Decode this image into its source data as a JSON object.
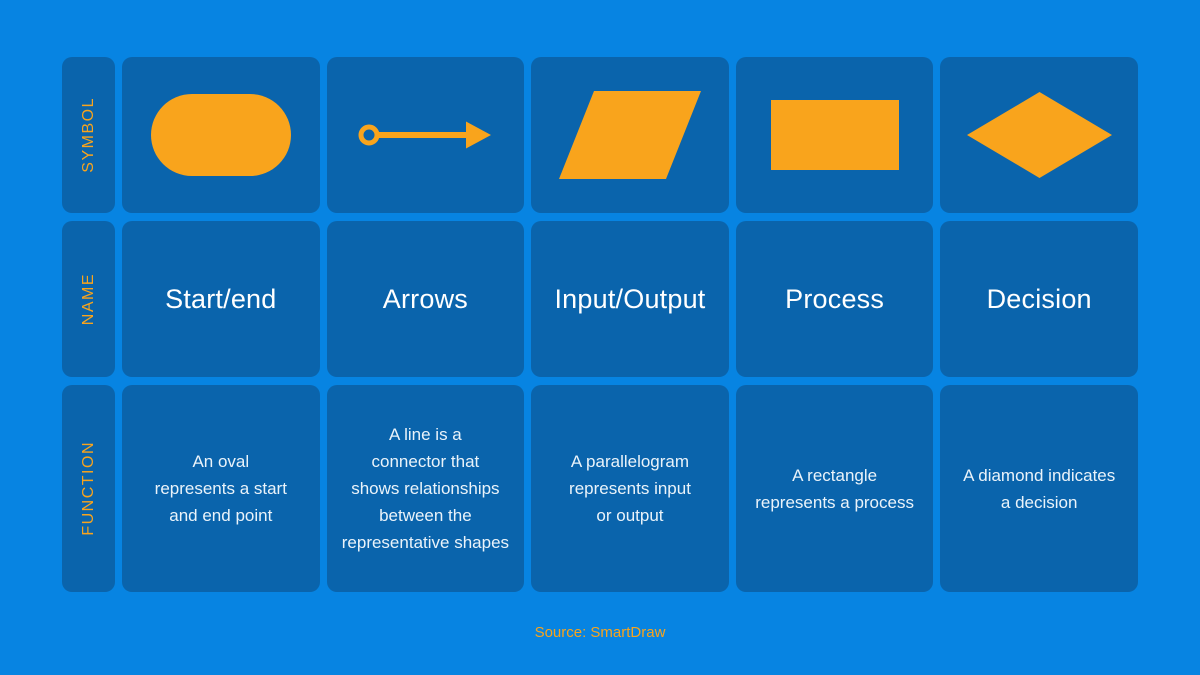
{
  "colors": {
    "background": "#0784E2",
    "card": "#0A64AC",
    "accent": "#F9A41C",
    "text_white": "#FFFFFF",
    "text_soft": "#EAF3FA"
  },
  "row_labels": [
    {
      "label": "SYMBOL"
    },
    {
      "label": "NAME"
    },
    {
      "label": "FUNCTION"
    }
  ],
  "columns": [
    {
      "symbol": "oval-terminator",
      "name": "Start/end",
      "function": "An oval\nrepresents a start\nand end point"
    },
    {
      "symbol": "arrow-connector",
      "name": "Arrows",
      "function": "A line is a\nconnector that\nshows relationships\nbetween the\nrepresentative shapes"
    },
    {
      "symbol": "parallelogram",
      "name": "Input/Output",
      "function": "A parallelogram\nrepresents input\nor output"
    },
    {
      "symbol": "rectangle",
      "name": "Process",
      "function": "A rectangle\nrepresents a process"
    },
    {
      "symbol": "diamond",
      "name": "Decision",
      "function": "A diamond indicates\na decision"
    }
  ],
  "source": "Source: SmartDraw"
}
